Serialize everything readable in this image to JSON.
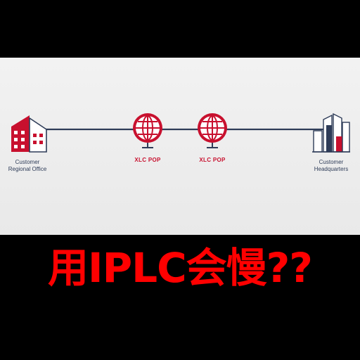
{
  "diagram": {
    "nodes": {
      "regional_office": {
        "label_line1": "Customer",
        "label_line2": "Regional Office",
        "icon": "office-building-icon"
      },
      "pop_a": {
        "label": "XLC POP",
        "icon": "globe-icon"
      },
      "pop_b": {
        "label": "XLC POP",
        "icon": "globe-icon"
      },
      "headquarters": {
        "label_line1": "Customer",
        "label_line2": "Headquarters",
        "icon": "city-skyline-icon"
      }
    },
    "colors": {
      "accent": "#c8102e",
      "line": "#2e3c58",
      "panel": "#eeeeee",
      "caption": "#ff0000"
    }
  },
  "caption": {
    "text": "用IPLC会慢??"
  }
}
